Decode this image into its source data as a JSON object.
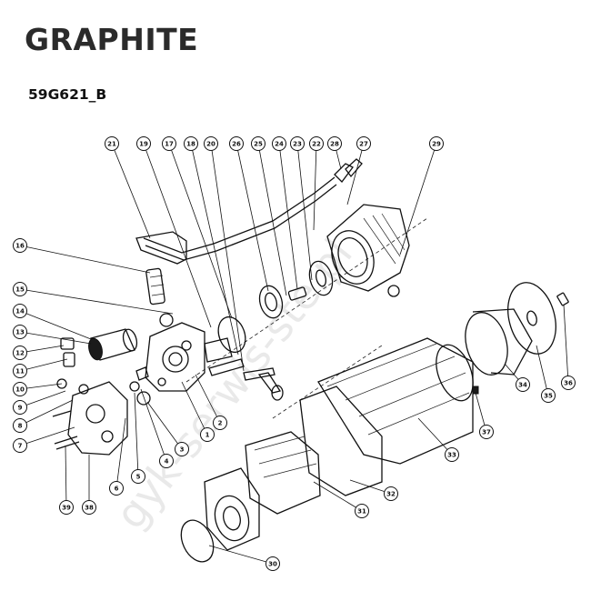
{
  "header": {
    "brand": "GRAPHITE",
    "model": "59G621_B"
  },
  "watermark": "gyk-serwis-ste.pl",
  "callouts": [
    "1",
    "2",
    "3",
    "4",
    "5",
    "6",
    "7",
    "8",
    "9",
    "10",
    "11",
    "12",
    "13",
    "14",
    "15",
    "16",
    "17",
    "18",
    "19",
    "20",
    "21",
    "22",
    "23",
    "24",
    "25",
    "26",
    "27",
    "28",
    "29",
    "30",
    "31",
    "32",
    "33",
    "34",
    "35",
    "36",
    "37",
    "38",
    "39"
  ]
}
